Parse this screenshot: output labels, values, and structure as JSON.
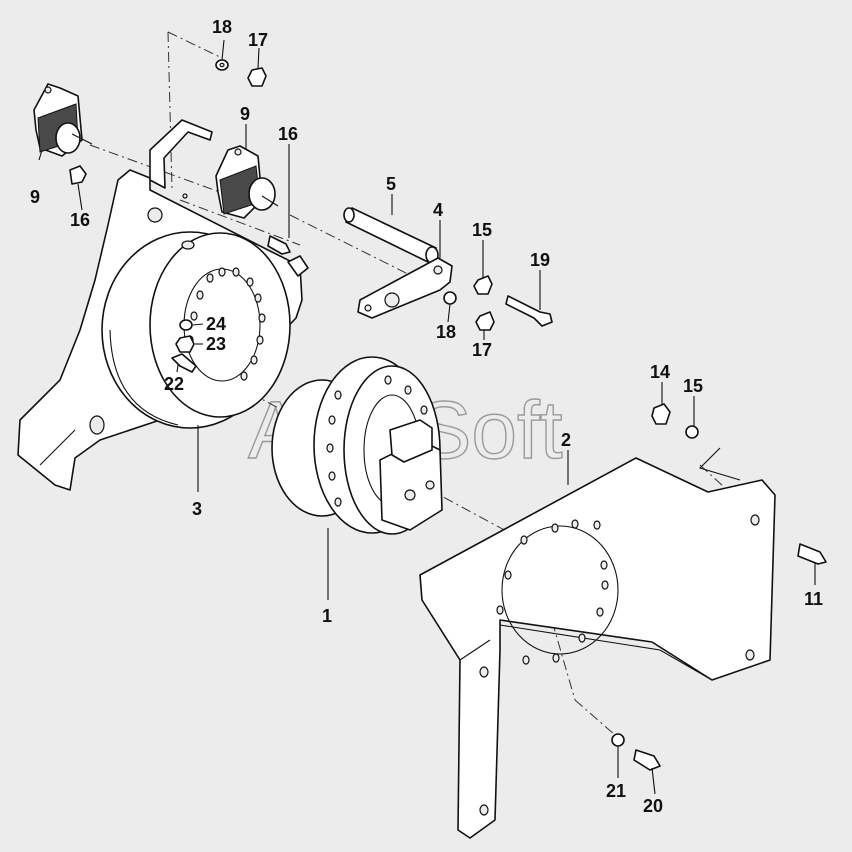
{
  "watermark": "AutoSoft",
  "callouts": {
    "c1": "1",
    "c2": "2",
    "c3": "3",
    "c4": "4",
    "c5": "5",
    "c9a": "9",
    "c9b": "9",
    "c11": "11",
    "c14": "14",
    "c15a": "15",
    "c15b": "15",
    "c16a": "16",
    "c16b": "16",
    "c17a": "17",
    "c17b": "17",
    "c18a": "18",
    "c18b": "18",
    "c19": "19",
    "c20": "20",
    "c21": "21",
    "c22": "22",
    "c23": "23",
    "c24": "24"
  }
}
